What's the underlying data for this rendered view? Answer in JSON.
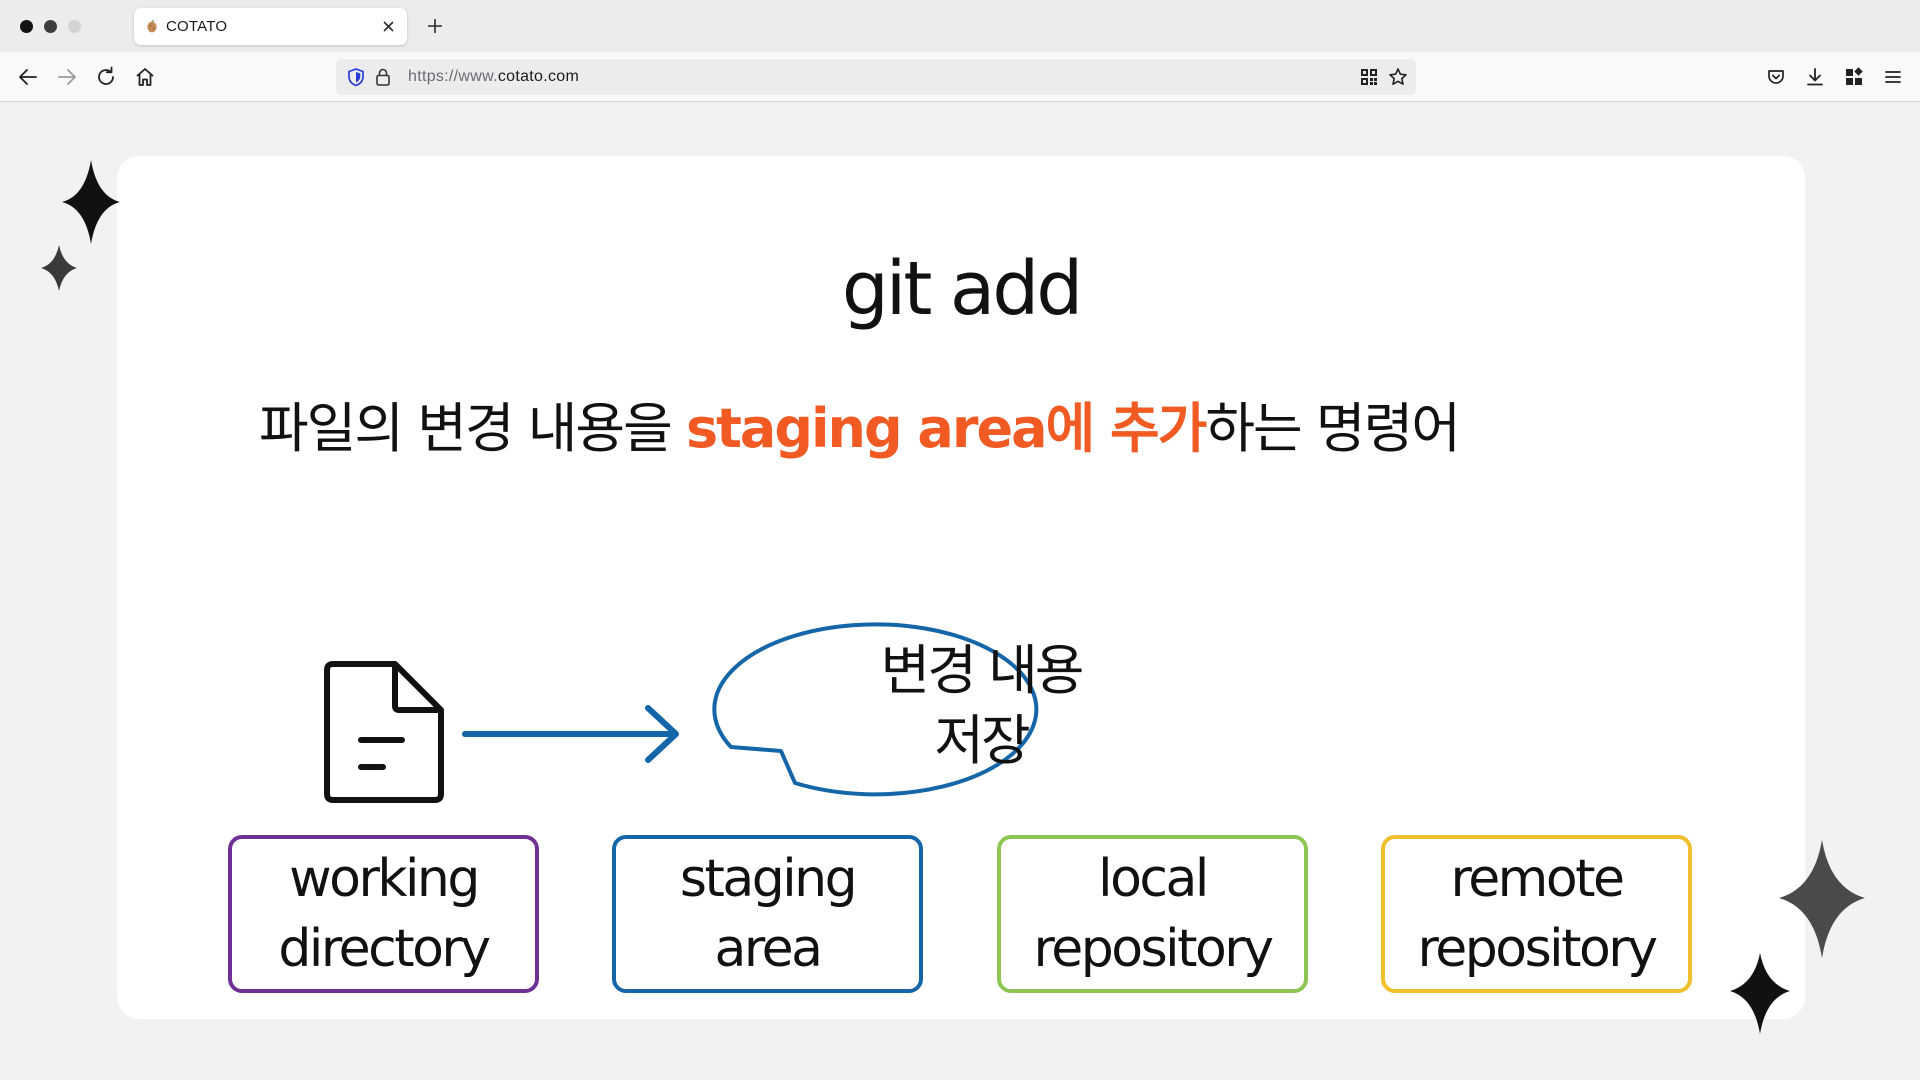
{
  "browser": {
    "tab_title": "COTATO",
    "url_prefix": "https://www.",
    "url_host": "cotato.com",
    "icons": {
      "back": "arrow-left-icon",
      "forward": "arrow-right-icon",
      "reload": "reload-icon",
      "home": "home-icon",
      "shield": "tracking-shield-icon",
      "lock": "lock-icon",
      "qr": "qr-code-icon",
      "bookmark": "star-icon",
      "pocket": "pocket-icon",
      "downloads": "download-icon",
      "extensions": "extensions-icon",
      "menu": "hamburger-menu-icon"
    }
  },
  "slide": {
    "title": "git add",
    "subtitle": {
      "part1": "파일의 변경 내용을 ",
      "highlight": "staging area에 추가",
      "part2": "하는 명령어"
    },
    "highlight_color": "#f15a22",
    "bubble": {
      "line1": "변경 내용",
      "line2": "저장",
      "border_color": "#1466a8"
    },
    "arrow_color": "#1466a8",
    "stages": [
      {
        "line1": "working",
        "line2": "directory",
        "color": "#6f3196"
      },
      {
        "line1": "staging",
        "line2": "area",
        "color": "#1466a8"
      },
      {
        "line1": "local",
        "line2": "repository",
        "color": "#8ec654"
      },
      {
        "line1": "remote",
        "line2": "repository",
        "color": "#f0bf2c"
      }
    ]
  }
}
